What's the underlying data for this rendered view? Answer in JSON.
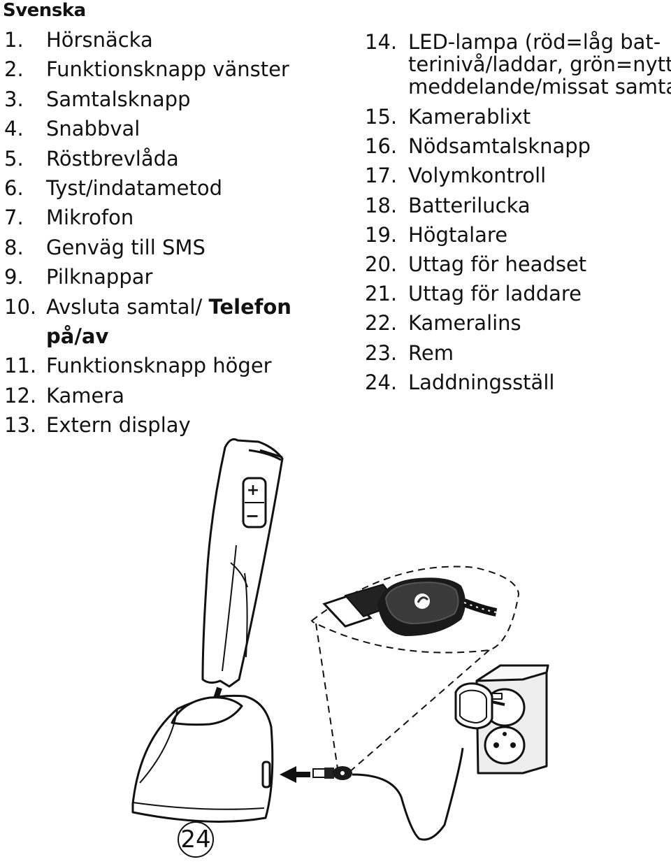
{
  "heading": "Svenska",
  "left_items": [
    {
      "num": "1.",
      "text": "Hörsnäcka"
    },
    {
      "num": "2.",
      "text": "Funktionsknapp vänster"
    },
    {
      "num": "3.",
      "text": "Samtalsknapp"
    },
    {
      "num": "4.",
      "text": "Snabbval"
    },
    {
      "num": "5.",
      "text": "Röstbrevlåda"
    },
    {
      "num": "6.",
      "text": "Tyst/indatametod"
    },
    {
      "num": "7.",
      "text": "Mikrofon"
    },
    {
      "num": "8.",
      "text": "Genväg till SMS"
    },
    {
      "num": "9.",
      "text": "Pilknappar"
    },
    {
      "num": "10.",
      "text": "Avsluta samtal/ ",
      "bold": "Telefon",
      "bold2": "på/av"
    },
    {
      "num": "11.",
      "text": "Funktionsknapp höger"
    },
    {
      "num": "12.",
      "text": "Kamera"
    },
    {
      "num": "13.",
      "text": "Extern display"
    }
  ],
  "right_items": [
    {
      "num": "14.",
      "line1": "LED-lampa (röd=låg bat-",
      "line2": "terinivå/laddar, grön=nytt",
      "line3": "meddelande/missat samtal)"
    },
    {
      "num": "15.",
      "text": "Kamerablixt"
    },
    {
      "num": "16.",
      "text": "Nödsamtalsknapp"
    },
    {
      "num": "17.",
      "text": "Volymkontroll"
    },
    {
      "num": "18.",
      "text": "Batterilucka"
    },
    {
      "num": "19.",
      "text": "Högtalare"
    },
    {
      "num": "20.",
      "text": "Uttag för headset"
    },
    {
      "num": "21.",
      "text": "Uttag för laddare"
    },
    {
      "num": "22.",
      "text": "Kameralins"
    },
    {
      "num": "23.",
      "text": "Rem"
    },
    {
      "num": "24.",
      "text": "Laddningsställ"
    }
  ],
  "page_number": "24"
}
